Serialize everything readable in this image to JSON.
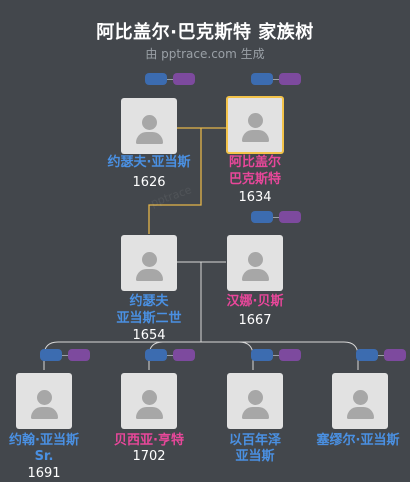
{
  "header": {
    "title": "阿比盖尔·巴克斯特 家族树",
    "subtitle": "由 pptrace.com 生成"
  },
  "colors": {
    "background": "#43474c",
    "male_name": "#4a90e2",
    "female_name": "#e8479a",
    "highlight_border": "#f3c34a",
    "spouse_line": "#e4b64a",
    "tag_blue": "#3c6cb0",
    "tag_purple": "#7d4a9e"
  },
  "watermark": "pptrace",
  "people": {
    "p1": {
      "name": "约瑟夫·亚当斯",
      "year": "1626"
    },
    "p2": {
      "name_line1": "阿比盖尔",
      "name_line2": "巴克斯特",
      "year": "1634"
    },
    "p3": {
      "name_line1": "约瑟夫",
      "name_line2": "亚当斯二世",
      "year": "1654"
    },
    "p4": {
      "name": "汉娜·贝斯",
      "year": "1667"
    },
    "p5": {
      "name_line1": "约翰·亚当斯",
      "name_line2": "Sr.",
      "year": "1691"
    },
    "p6": {
      "name": "贝西亚·亨特",
      "year": "1702"
    },
    "p7": {
      "name_line1": "以百年泽",
      "name_line2": "亚当斯"
    },
    "p8": {
      "name": "塞缪尔·亚当斯"
    }
  },
  "icons": {
    "avatar": "person-silhouette-icon",
    "tag_blue": "male-lineage-tag",
    "tag_purple": "female-lineage-tag"
  }
}
